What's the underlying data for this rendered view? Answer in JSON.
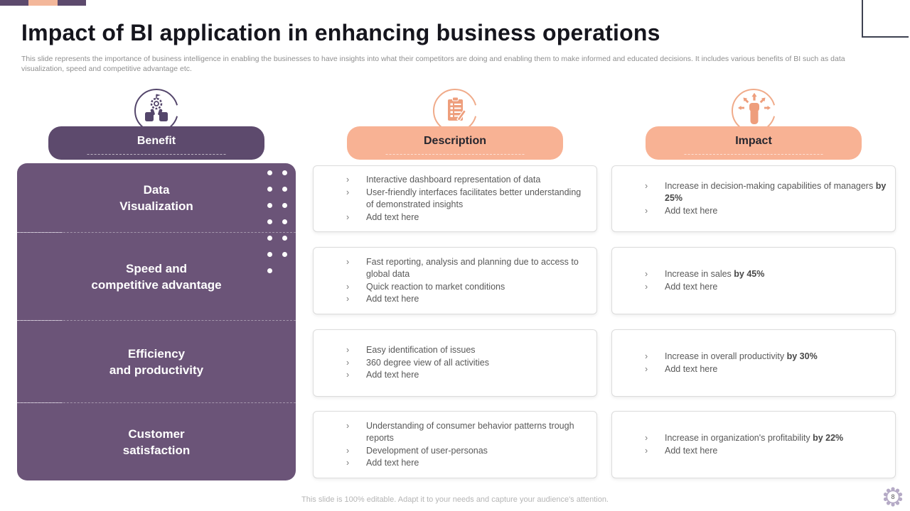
{
  "slide": {
    "title": "Impact of BI application in enhancing business operations",
    "subtitle": "This slide represents the importance of business intelligence in enabling the businesses to have insights into what their competitors are doing and enabling them to make informed and educated decisions. It includes various benefits of BI such as data visualization, speed and competitive advantage etc.",
    "footer": "This slide is 100% editable. Adapt it to your needs and capture your audience's attention.",
    "page_number": "8",
    "bullet_glyph": "›"
  },
  "columns": {
    "benefit": {
      "label": "Benefit",
      "icon": "thumbs-up-gear-icon"
    },
    "description": {
      "label": "Description",
      "icon": "clipboard-checklist-icon"
    },
    "impact": {
      "label": "Impact",
      "icon": "raised-fist-icon"
    }
  },
  "benefits": [
    {
      "line1": "Data",
      "line2": "Visualization"
    },
    {
      "line1": "Speed and",
      "line2": "competitive advantage"
    },
    {
      "line1": "Efficiency",
      "line2": "and productivity"
    },
    {
      "line1": "Customer",
      "line2": "satisfaction"
    }
  ],
  "descriptions": [
    {
      "items": [
        "Interactive dashboard representation of data",
        "User-friendly interfaces facilitates better understanding of demonstrated insights",
        "Add text here"
      ]
    },
    {
      "items": [
        "Fast reporting, analysis and planning due to access to global data",
        "Quick reaction to market conditions",
        "Add text here"
      ]
    },
    {
      "items": [
        "Easy identification of issues",
        "360 degree view of all activities",
        "Add text here"
      ]
    },
    {
      "items": [
        "Understanding of consumer behavior patterns trough reports",
        "Development of user-personas",
        "Add text here"
      ]
    }
  ],
  "impacts": [
    {
      "items": [
        {
          "text": "Increase in decision-making capabilities of managers ",
          "bold": "by 25%"
        },
        {
          "text": "Add text here",
          "bold": ""
        }
      ]
    },
    {
      "items": [
        {
          "text": "Increase in sales ",
          "bold": "by 45%"
        },
        {
          "text": "Add text here",
          "bold": ""
        }
      ]
    },
    {
      "items": [
        {
          "text": "Increase in overall productivity ",
          "bold": "by 30%"
        },
        {
          "text": "Add text here",
          "bold": ""
        }
      ]
    },
    {
      "items": [
        {
          "text": "Increase in organization's profitability ",
          "bold": "by 22%"
        },
        {
          "text": "Add text here",
          "bold": ""
        }
      ]
    }
  ],
  "colors": {
    "purple_header": "#5d4a6d",
    "purple_panel": "#6b5478",
    "peach": "#f8b294",
    "title_text": "#15151d",
    "body_text": "#595959",
    "corner_frame": "#3e4251",
    "badge_purple": "#b5aac6"
  }
}
